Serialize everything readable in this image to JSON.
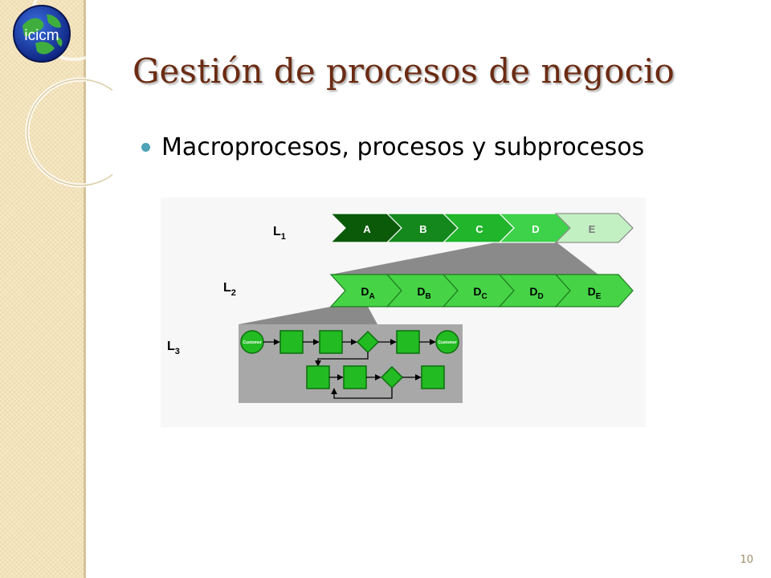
{
  "logo": {
    "text": "icicm",
    "icon": "globe-icon"
  },
  "slide": {
    "title": "Gestión de procesos de negocio",
    "bullet": "Macroprocesos, procesos y subprocesos",
    "page_number": "10"
  },
  "diagram": {
    "levels": [
      {
        "label": "L",
        "sub": "1"
      },
      {
        "label": "L",
        "sub": "2"
      },
      {
        "label": "L",
        "sub": "3"
      }
    ],
    "level1": [
      "A",
      "B",
      "C",
      "D",
      "E"
    ],
    "level2": [
      {
        "label": "D",
        "sub": "A"
      },
      {
        "label": "D",
        "sub": "B"
      },
      {
        "label": "D",
        "sub": "C"
      },
      {
        "label": "D",
        "sub": "D"
      },
      {
        "label": "D",
        "sub": "E"
      }
    ],
    "customer_start": "Customer",
    "customer_end": "Customer"
  },
  "colors": {
    "title": "#6b2b12",
    "bullet": "#4da2b6",
    "sidebar": "#f6e8c4",
    "level1": [
      "#0a5a0a",
      "#14881c",
      "#21b52c",
      "#3ed14a",
      "#c3f0c3"
    ],
    "level2": "#46d446",
    "process_shape": "#22bb22"
  }
}
